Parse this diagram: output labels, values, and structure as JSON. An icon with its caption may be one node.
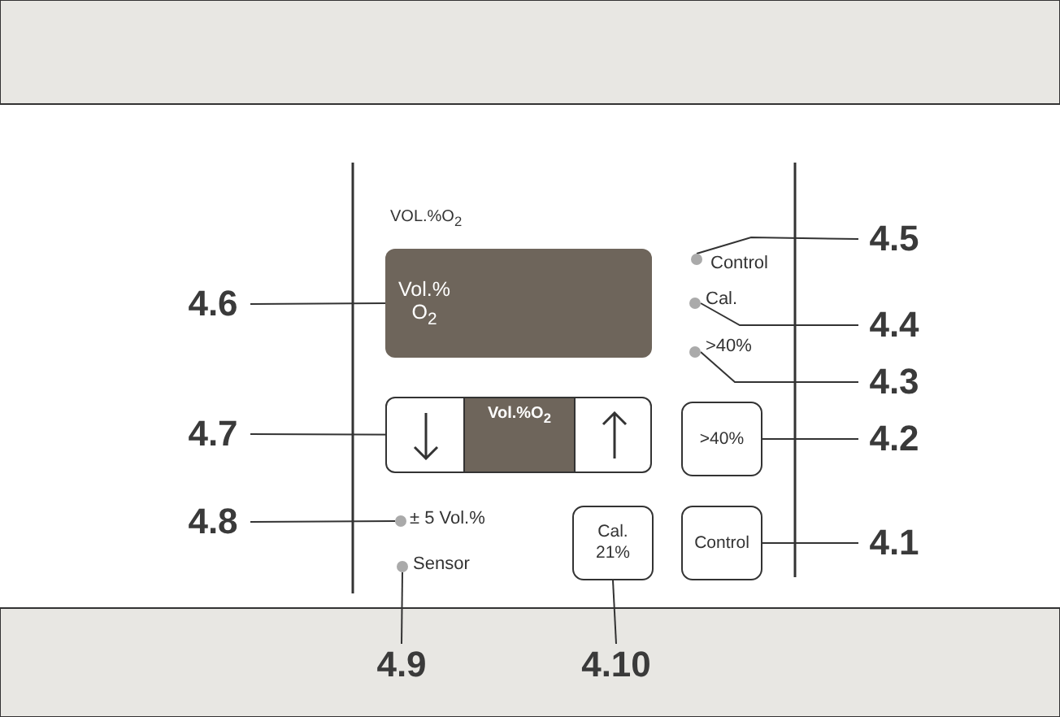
{
  "diagram": {
    "nodes": [
      {
        "text": [
          "Vol.% O$_{2}$"
        ]
      },
      {
        "text": [
          "4.6"
        ]
      },
      {
        "text": [],
        "shape": "circle",
        "beside": [
          "Control"
        ]
      },
      {
        "text": [
          "4.5"
        ]
      },
      {
        "text": [],
        "shape": "circle",
        "beside": [
          "Cal."
        ]
      },
      {
        "text": [
          "4.4"
        ]
      },
      {
        "text": [],
        "shape": "circle",
        "beside": [
          ">40%"
        ]
      },
      {
        "text": [
          "4.3"
        ]
      },
      {
        "text": [],
        "shape": "box"
      },
      {
        "text": [],
        "shape": "box",
        "in": 8
      },
      {
        "text": [
          "Vol.%O$_{2}$"
        ],
        "in": 8
      },
      {
        "text": [],
        "shape": "box",
        "in": 8
      },
      {
        "text": [
          "4.7"
        ]
      },
      {
        "text": [
          ">40%"
        ]
      },
      {
        "text": [
          "4.2"
        ]
      },
      {
        "text": [],
        "shape": "circle",
        "beside": [
          "± 5 Vol.%"
        ]
      },
      {
        "text": [
          "4.8"
        ]
      },
      {
        "text": [
          "Cal. 21%"
        ]
      },
      {
        "text": [
          "Control"
        ]
      },
      {
        "text": [
          "4.1"
        ]
      },
      {
        "text": [],
        "shape": "circle",
        "beside": [
          "Sensor"
        ]
      },
      {
        "text": [
          "4.9"
        ]
      },
      {
        "text": [
          "4.10"
        ]
      }
    ],
    "edges": [
      {
        "from": 1,
        "to": 0,
        "arrow": "none"
      },
      {
        "from": 3,
        "to": 2,
        "arrow": "none"
      },
      {
        "from": 5,
        "to": 4,
        "arrow": "none"
      },
      {
        "from": 7,
        "to": 6,
        "arrow": "none"
      },
      {
        "from": 12,
        "to": 10,
        "arrow": "none"
      },
      {
        "from": 14,
        "to": 13,
        "arrow": "none"
      },
      {
        "from": 16,
        "to": 15,
        "arrow": "none"
      },
      {
        "from": 19,
        "to": 18,
        "arrow": "none"
      },
      {
        "from": 21,
        "to": 20,
        "arrow": "none"
      },
      {
        "from": 22,
        "to": 17,
        "arrow": "none"
      }
    ],
    "labels": [
      "VOL.%O$_{2}$"
    ]
  }
}
